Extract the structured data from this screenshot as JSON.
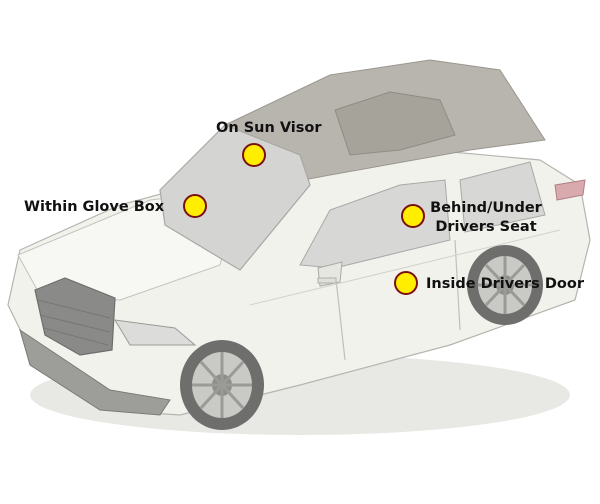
{
  "colors": {
    "marker_fill": "#ffee00",
    "marker_stroke": "#7a1010",
    "car_body": "#f2f2ed",
    "car_shadow": "#c9c9c4",
    "roof": "#b8b5ae",
    "glass": "#d4d4d2",
    "label_text": "#111111"
  },
  "labels": {
    "sun_visor": "On Sun Visor",
    "glove_box": "Within Glove Box",
    "behind_seat_line1": "Behind/Under",
    "behind_seat_line2": "Drivers Seat",
    "inside_door": "Inside Drivers Door"
  }
}
